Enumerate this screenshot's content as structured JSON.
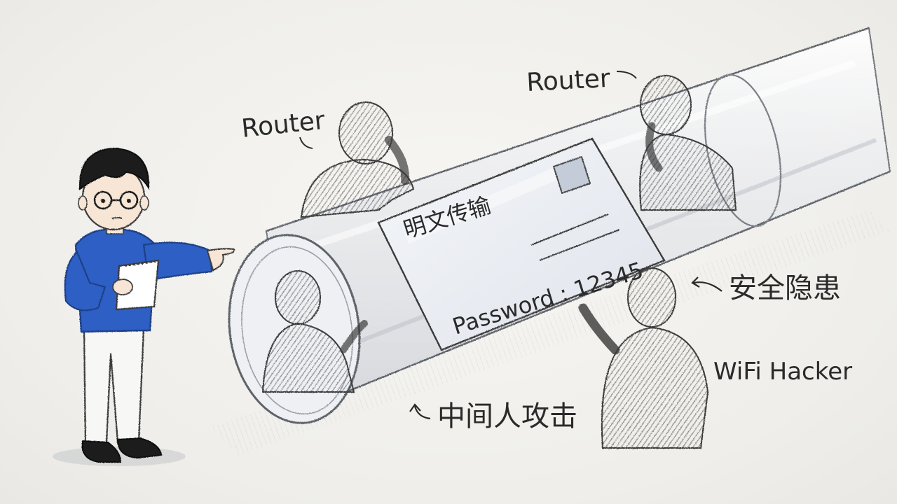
{
  "labels": {
    "router_left": "Router",
    "router_right": "Router",
    "envelope_title": "明文传输",
    "envelope_password": "Password : 12345",
    "security_risk": "安全隐患",
    "wifi_hacker": "WiFi Hacker",
    "mitm_attack": "中间人攻击"
  },
  "colors": {
    "sweater": "#2f5fc4",
    "pencil": "#2a2a2a",
    "shadow_figure": "#4a4a4a",
    "tube_edge": "#7b7f86"
  },
  "icons": {
    "arrow_security": "curved-arrow-left-icon",
    "arrow_mitm": "curved-arrow-up-icon"
  }
}
